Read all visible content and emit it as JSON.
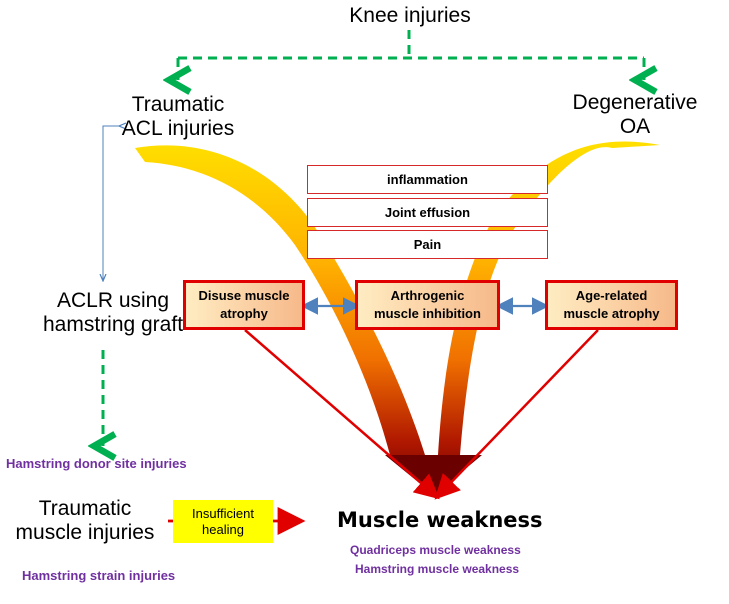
{
  "top": {
    "title": "Knee injuries"
  },
  "left_branch": {
    "label_line1": "Traumatic",
    "label_line2": "ACL injuries"
  },
  "right_branch": {
    "label_line1": "Degenerative",
    "label_line2": "OA"
  },
  "symptoms": [
    "inflammation",
    "Joint effusion",
    "Pain"
  ],
  "mechanisms": {
    "disuse": {
      "line1": "Disuse muscle",
      "line2": "atrophy"
    },
    "arthrogenic": {
      "line1": "Arthrogenic",
      "line2": "muscle inhibition"
    },
    "age": {
      "line1": "Age-related",
      "line2": "muscle atrophy"
    }
  },
  "aclr": {
    "line1": "ACLR using",
    "line2": "hamstring graft"
  },
  "donor_site": "Hamstring donor site injuries",
  "traumatic_muscle": {
    "line1": "Traumatic",
    "line2": "muscle injuries"
  },
  "insufficient": {
    "line1": "Insufficient",
    "line2": "healing"
  },
  "strain": "Hamstring strain injuries",
  "outcome": {
    "title": "Muscle weakness",
    "sub1": "Quadriceps muscle weakness",
    "sub2": "Hamstring muscle weakness"
  },
  "colors": {
    "green_dashed": "#00b050",
    "blue_arrow": "#4f81bd",
    "red_arrow": "#e00000",
    "purple_text": "#7030a0",
    "highlight_yellow": "#ffff00"
  }
}
